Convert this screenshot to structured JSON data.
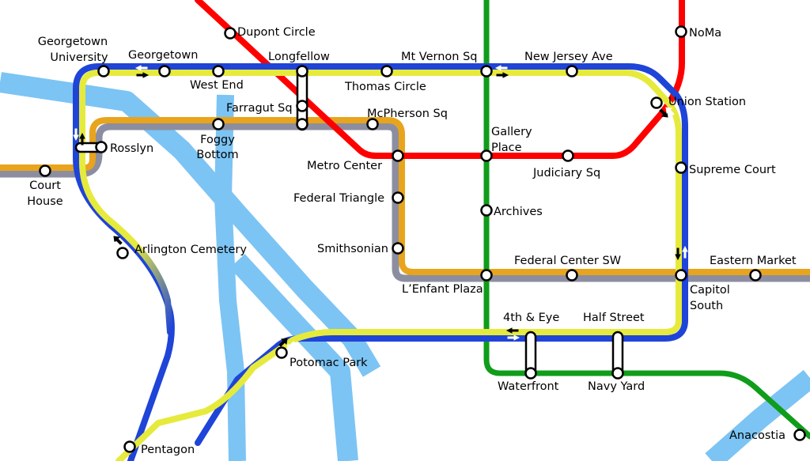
{
  "colors": {
    "background": "#ffffff",
    "river": "#7cc4f4",
    "red": "#ff0000",
    "green": "#0f9d1a",
    "blue": "#1f44d8",
    "yellow": "#e6ea3c",
    "orange": "#e8a41c",
    "silver": "#8c8ea0",
    "station_fill": "#ffffff",
    "station_stroke": "#000000",
    "arrow_dark": "#000000",
    "arrow_light": "#ffffff"
  },
  "stations": {
    "georgetown_university": [
      "Georgetown",
      "University"
    ],
    "georgetown": [
      "Georgetown"
    ],
    "west_end": [
      "West End"
    ],
    "dupont_circle": [
      "Dupont Circle"
    ],
    "longfellow": [
      "Longfellow"
    ],
    "farragut_sq": [
      "Farragut Sq"
    ],
    "mt_vernon_sq": [
      "Mt Vernon Sq"
    ],
    "thomas_circle": [
      "Thomas Circle"
    ],
    "new_jersey_ave": [
      "New Jersey Ave"
    ],
    "noma": [
      "NoMa"
    ],
    "union_station": [
      "Union Station"
    ],
    "mcpherson_sq": [
      "McPherson Sq"
    ],
    "foggy_bottom": [
      "Foggy",
      "Bottom"
    ],
    "rosslyn": [
      "Rosslyn"
    ],
    "court_house": [
      "Court",
      "House"
    ],
    "metro_center": [
      "Metro Center"
    ],
    "gallery_place": [
      "Gallery",
      "Place"
    ],
    "judiciary_sq": [
      "Judiciary Sq"
    ],
    "supreme_court": [
      "Supreme Court"
    ],
    "federal_triangle": [
      "Federal Triangle"
    ],
    "archives": [
      "Archives"
    ],
    "smithsonian": [
      "Smithsonian"
    ],
    "federal_center_sw": [
      "Federal Center SW"
    ],
    "eastern_market": [
      "Eastern Market"
    ],
    "lenfant_plaza": [
      "L’Enfant Plaza"
    ],
    "capitol_south": [
      "Capitol",
      "South"
    ],
    "arlington_cemetery": [
      "Arlington Cemetery"
    ],
    "fourth_and_eye": [
      "4th & Eye"
    ],
    "half_street": [
      "Half Street"
    ],
    "potomac_park": [
      "Potomac Park"
    ],
    "waterfront": [
      "Waterfront"
    ],
    "navy_yard": [
      "Navy Yard"
    ],
    "pentagon": [
      "Pentagon"
    ],
    "anacostia": [
      "Anacostia"
    ]
  }
}
